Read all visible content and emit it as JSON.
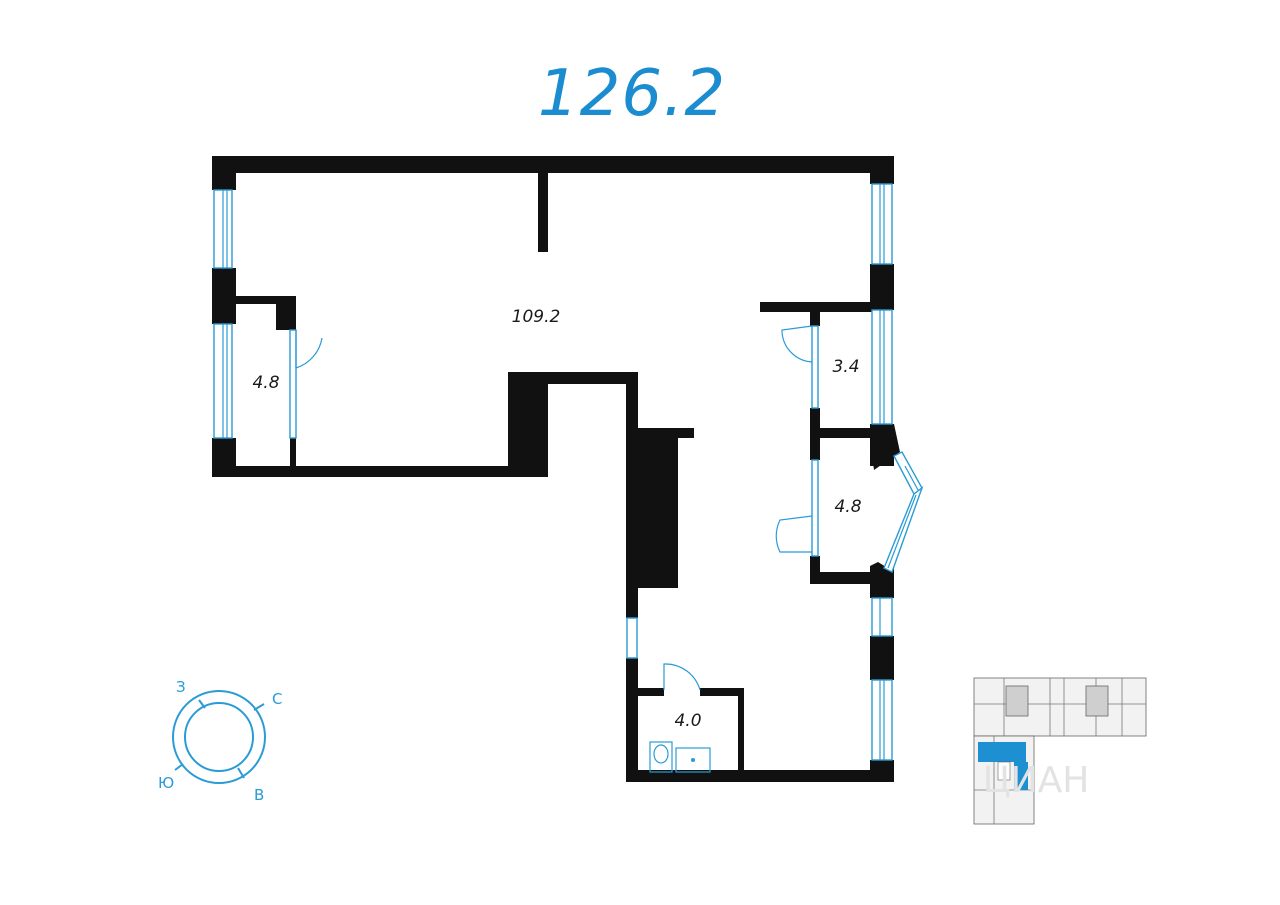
{
  "plan": {
    "total_area": "126.2",
    "rooms": [
      {
        "id": "main",
        "area": "109.2"
      },
      {
        "id": "storage-left",
        "area": "4.8"
      },
      {
        "id": "closet-right",
        "area": "3.4"
      },
      {
        "id": "room-bay",
        "area": "4.8"
      },
      {
        "id": "bathroom",
        "area": "4.0"
      }
    ]
  },
  "compass": {
    "north": "С",
    "east": "В",
    "south": "Ю",
    "west": "З"
  },
  "watermark": {
    "text": "ЦИАН"
  },
  "colors": {
    "accent": "#2a9bd6",
    "title": "#1a8ccf",
    "wall": "#111111",
    "highlight": "#1e8fd0"
  }
}
